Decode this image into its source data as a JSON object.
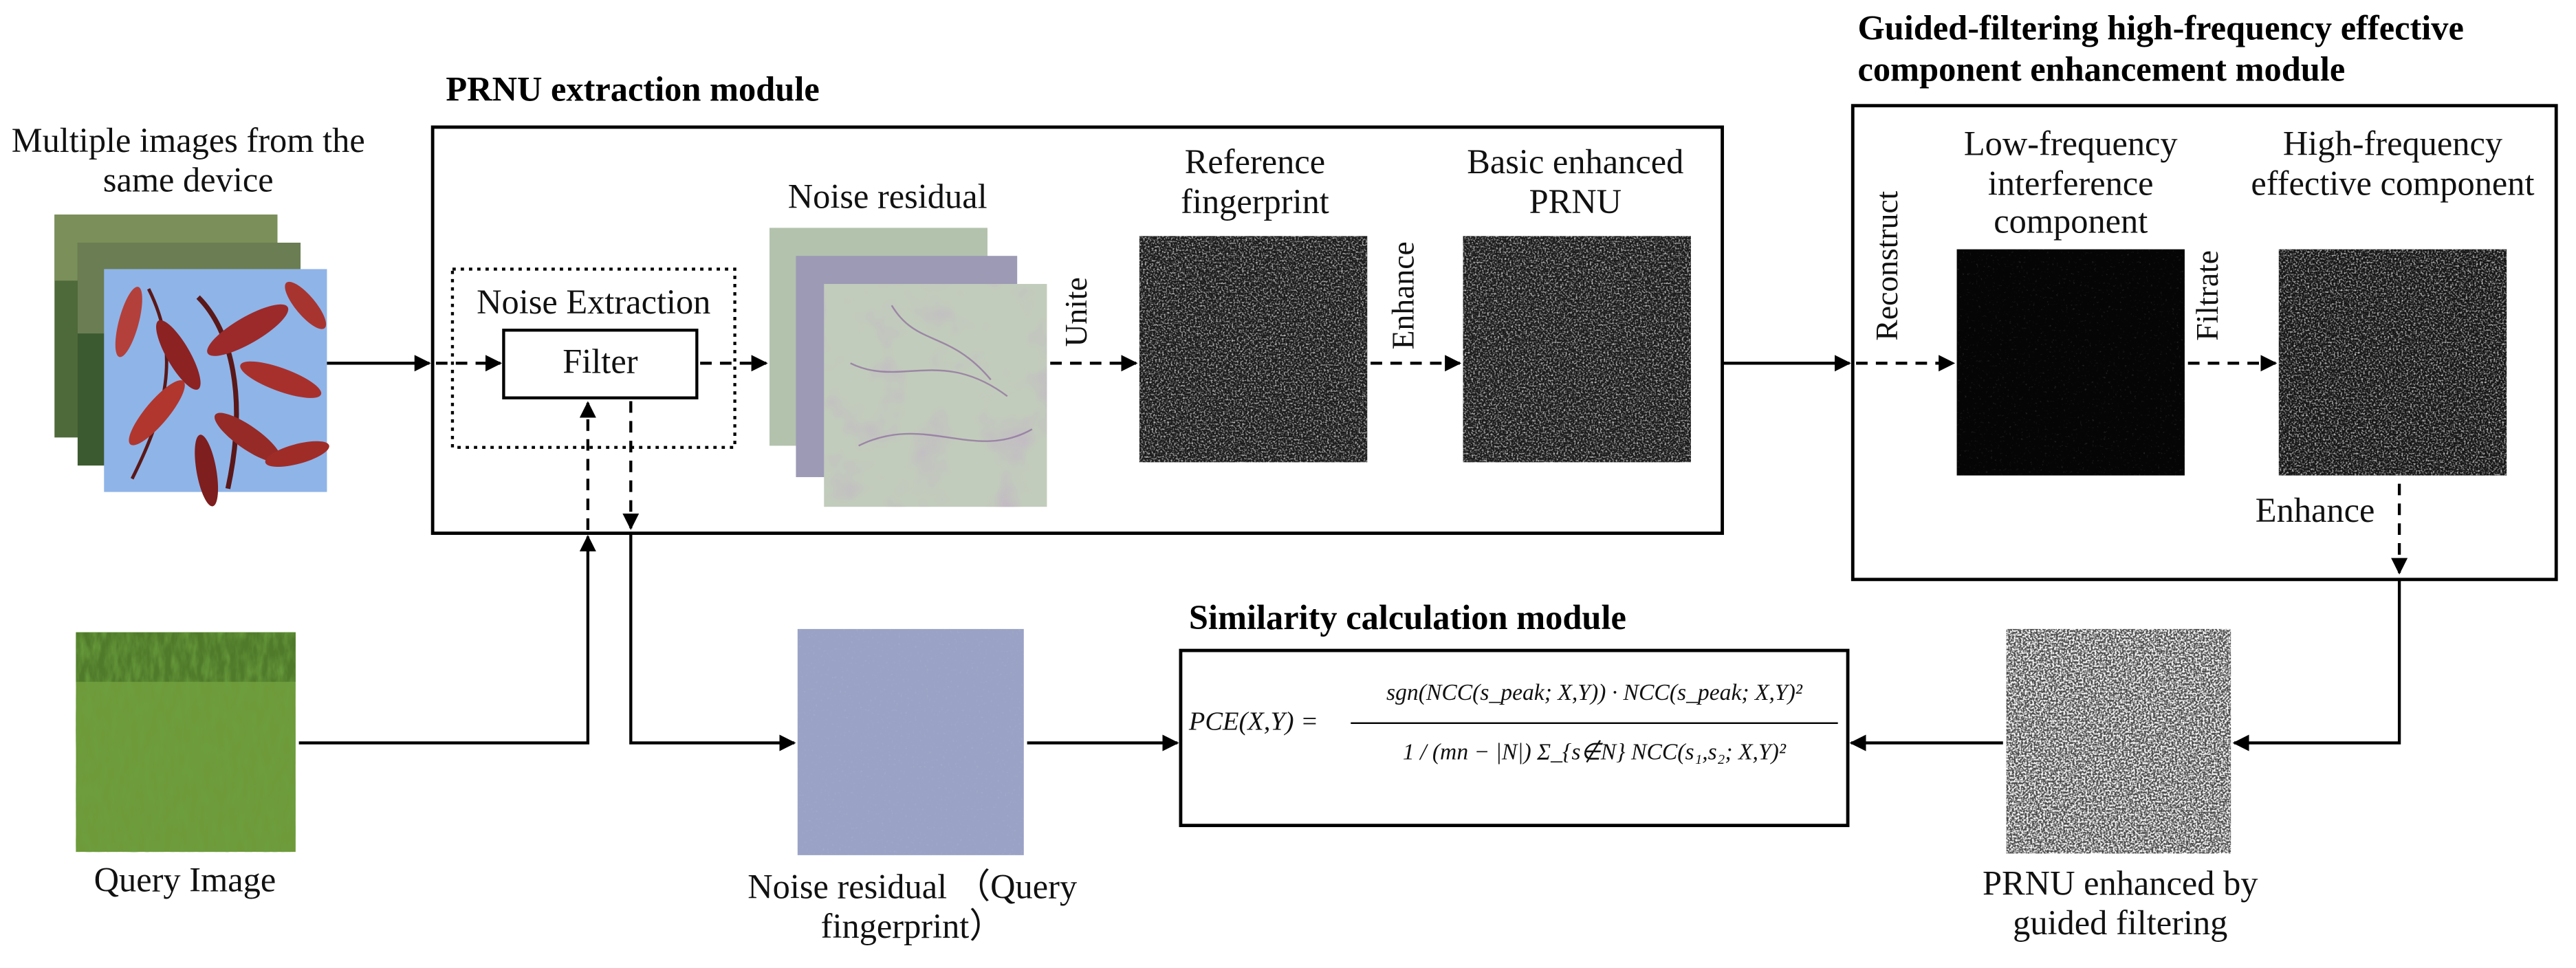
{
  "labels": {
    "multiple_images": "Multiple images from the same device",
    "query_image": "Query Image",
    "noise_extraction": "Noise Extraction",
    "filter": "Filter",
    "noise_residual_top": "Noise residual",
    "reference_fingerprint": "Reference fingerprint",
    "basic_enhanced": "Basic enhanced PRNU",
    "unite": "Unite",
    "enhance_1": "Enhance",
    "reconstruct": "Reconstruct",
    "filtrate": "Filtrate",
    "low_freq": "Low-frequency interference component",
    "high_freq": "High-frequency effective component",
    "enhance_2": "Enhance",
    "prnu_guided": "PRNU enhanced by guided filtering",
    "noise_residual_query": "Noise residual （Query fingerprint）"
  },
  "modules": {
    "prnu_extraction": "PRNU extraction module",
    "guided_filtering": "Guided-filtering high-frequency effective component enhancement module",
    "similarity": "Similarity calculation module"
  },
  "formula": {
    "lhs": "PCE(X,Y) =",
    "numerator": "sgn(NCC(s_peak; X,Y)) · NCC(s_peak; X,Y)²",
    "denominator": "1 / (mn − |N|) Σ_{s∉N} NCC(s₁,s₂; X,Y)²"
  },
  "colors": {
    "line": "#000000",
    "sky": "#8fb4e8",
    "leaf": "#9c2a2a",
    "grass": "#6e9a3a",
    "residual_green": "#b3c2ad",
    "residual_purple": "#9c9ab5",
    "residual_blue": "#9aa3c6",
    "fingerprint": "#1a1a1a"
  }
}
